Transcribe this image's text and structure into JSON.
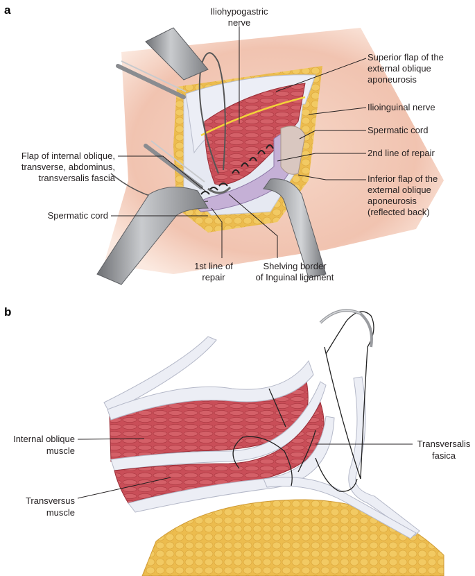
{
  "panel_a": {
    "letter": "a",
    "labels": {
      "iliohypogastric_1": "Iliohypogastric",
      "iliohypogastric_2": "nerve",
      "superior_flap_1": "Superior flap of the",
      "superior_flap_2": "external oblique",
      "superior_flap_3": "aponeurosis",
      "ilioinguinal": "Ilioinguinal nerve",
      "spermatic_cord_right": "Spermatic cord",
      "second_line": "2nd line of repair",
      "inferior_flap_1": "Inferior flap of the",
      "inferior_flap_2": "external oblique",
      "inferior_flap_3": "aponeurosis",
      "inferior_flap_4": "(reflected back)",
      "flap_internal_1": "Flap of internal oblique,",
      "flap_internal_2": "transverse, abdominus,",
      "flap_internal_3": "transversalis fascia",
      "spermatic_cord_left": "Spermatic cord",
      "first_line_1": "1st line of",
      "first_line_2": "repair",
      "shelving_1": "Shelving border",
      "shelving_2": "of Inguinal ligament"
    }
  },
  "panel_b": {
    "letter": "b",
    "labels": {
      "internal_oblique_1": "Internal oblique",
      "internal_oblique_2": "muscle",
      "transversus_1": "Transversus",
      "transversus_2": "muscle",
      "transversalis_1": "Transversalis",
      "transversalis_2": "fasica"
    }
  },
  "colors": {
    "skin": "#f0c4b0",
    "fat": "#ebb94a",
    "muscle": "#c8505a",
    "fascia": "#e4e6f0",
    "retractor": "#8a8c90",
    "cord": "#b9a0c8"
  }
}
